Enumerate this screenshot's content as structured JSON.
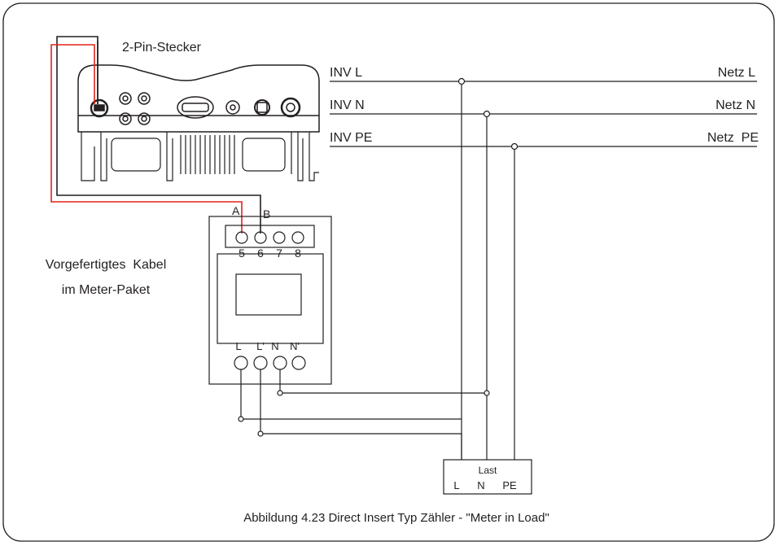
{
  "inverter_label": "2-Pin-Stecker",
  "lines": {
    "inv_l": "INV L",
    "inv_n": "INV N",
    "inv_pe": "INV PE",
    "grid_l": "Netz L",
    "grid_n": "Netz N",
    "grid_pe": "Netz  PE"
  },
  "meter": {
    "terminal_a": "A",
    "terminal_b": "B",
    "pins": [
      "5",
      "6",
      "7",
      "8"
    ],
    "bottom_terminals": [
      "L",
      "L'",
      "N",
      "N'"
    ]
  },
  "cable_note": [
    "Vorgefertigtes  Kabel",
    "im Meter-Paket"
  ],
  "load": {
    "title": "Last",
    "terminals": [
      "L",
      "N",
      "PE"
    ]
  },
  "caption": "Abbildung 4.23 Direct Insert Typ Zähler - \"Meter in Load\"",
  "colors": {
    "cable_a": "#e2231a",
    "line": "#231f20"
  }
}
